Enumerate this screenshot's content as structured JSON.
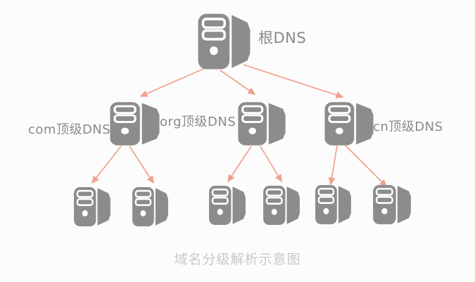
{
  "title": "域名分级解析示意图",
  "diagram": {
    "root": {
      "label": "根DNS"
    },
    "tlds": [
      {
        "id": "com",
        "label": "com顶级DNS"
      },
      {
        "id": "org",
        "label": "org顶级DNS"
      },
      {
        "id": "cn",
        "label": "cn顶级DNS"
      }
    ],
    "leaf_server_count": 6,
    "edges": [
      "root-to-com",
      "root-to-org",
      "root-to-cn",
      "com-to-leaf-1",
      "com-to-leaf-2",
      "org-to-leaf-3",
      "org-to-leaf-4",
      "cn-to-leaf-5",
      "cn-to-leaf-6"
    ]
  },
  "colors": {
    "background": "#fcfcfc",
    "server": "#8c8c8c",
    "arrow": "#f0a18c",
    "label": "#8a8a8a",
    "caption": "#c9c9c9"
  }
}
